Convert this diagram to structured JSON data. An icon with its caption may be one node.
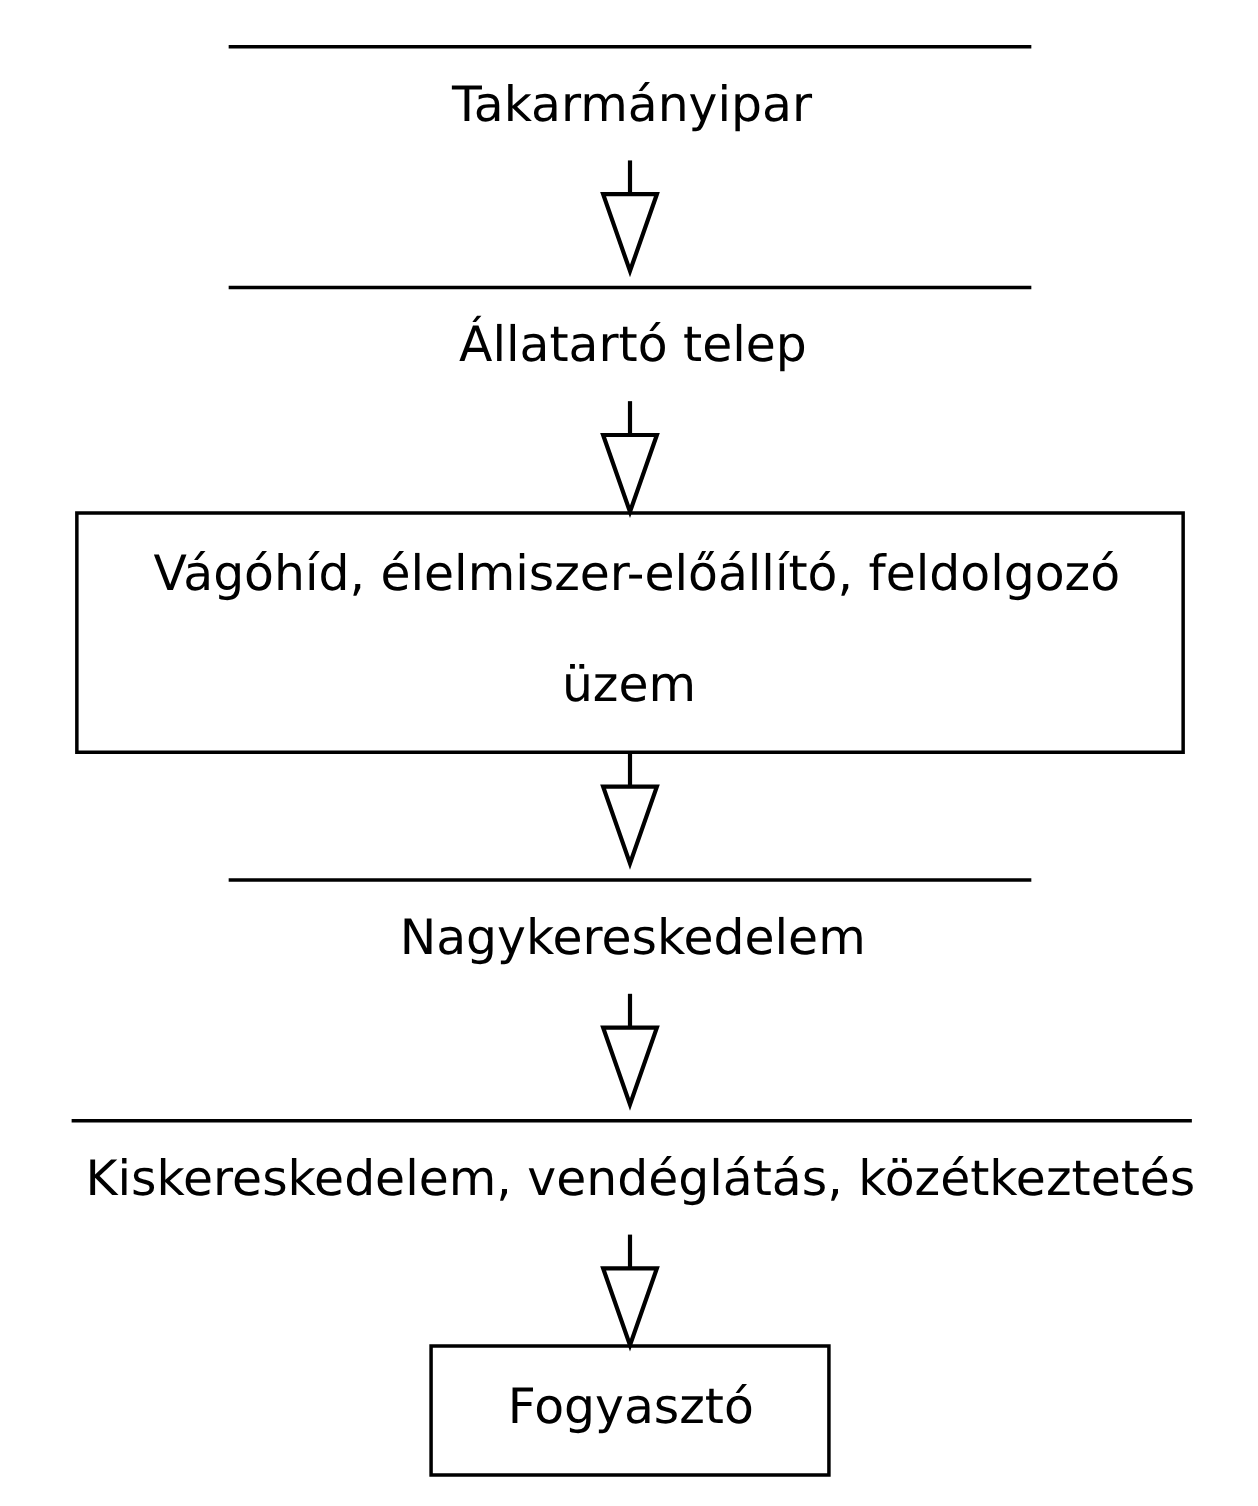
{
  "diagram": {
    "nodes": [
      {
        "text": [
          "Takarmányipar"
        ]
      },
      {
        "text": [
          "Állatartó telep"
        ]
      },
      {
        "text": [
          "Vágóhíd, élelmiszer-előállító, feldolgozó üzem"
        ]
      },
      {
        "text": [
          "Nagykereskedelem"
        ]
      },
      {
        "text": [
          "Kiskereskedelem, vendéglátás, közétkeztetés"
        ]
      },
      {
        "text": [
          "Fogyasztó"
        ]
      }
    ],
    "edges": [
      {
        "from": 0,
        "to": 1,
        "arrow": "to"
      },
      {
        "from": 1,
        "to": 2,
        "arrow": "to"
      },
      {
        "from": 2,
        "to": 3,
        "arrow": "to"
      },
      {
        "from": 3,
        "to": 4,
        "arrow": "to"
      },
      {
        "from": 4,
        "to": 5,
        "arrow": "to"
      }
    ]
  }
}
